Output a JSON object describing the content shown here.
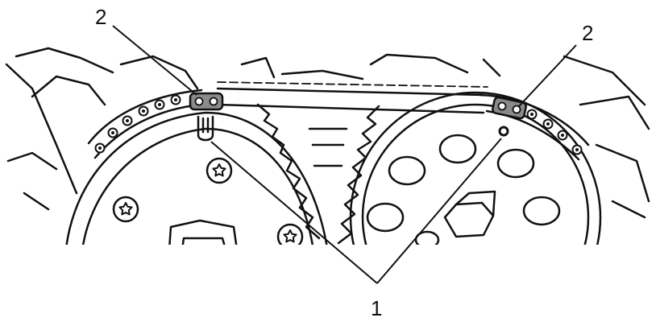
{
  "callouts": {
    "left_chain_mark": "2",
    "right_chain_mark": "2",
    "sprocket_marks": "1"
  },
  "colors": {
    "line": "#111111",
    "mark_fill": "#8a8a8a",
    "background": "#ffffff"
  }
}
